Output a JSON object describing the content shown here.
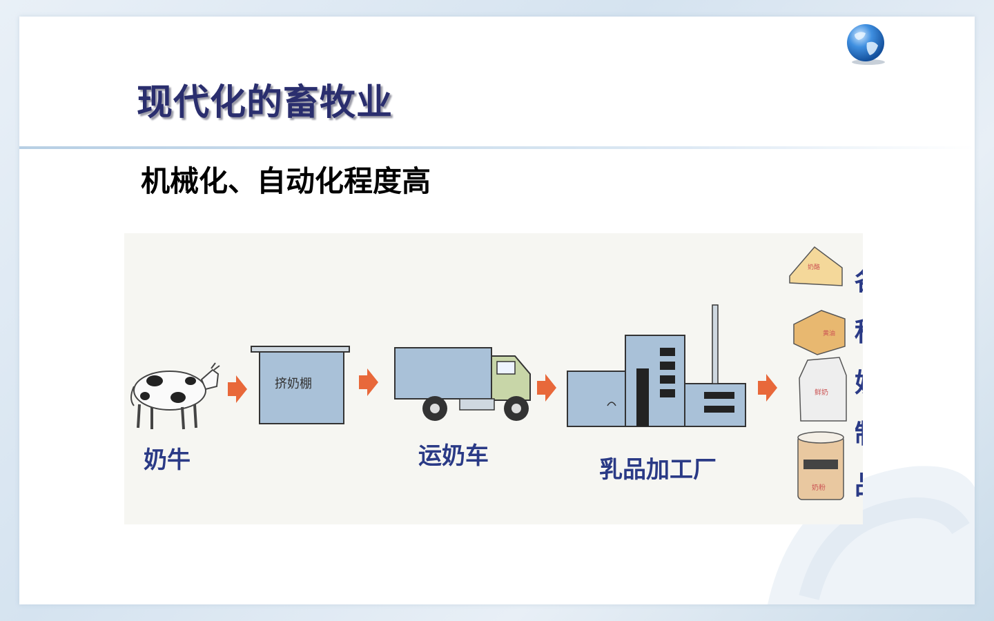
{
  "slide": {
    "title": "现代化的畜牧业",
    "subtitle": "机械化、自动化程度高"
  },
  "diagram": {
    "steps": [
      {
        "label": "奶牛",
        "icon": "cow-icon"
      },
      {
        "label": "挤奶棚",
        "icon": "milking-shed-icon"
      },
      {
        "label": "运奶车",
        "icon": "milk-truck-icon"
      },
      {
        "label": "乳品加工厂",
        "icon": "dairy-factory-icon"
      }
    ],
    "products_label_chars": [
      "各",
      "种",
      "奶",
      "制",
      "品"
    ],
    "products": [
      {
        "label": "奶酪",
        "icon": "cheese-icon"
      },
      {
        "label": "黄油",
        "icon": "butter-icon"
      },
      {
        "label": "鲜奶",
        "icon": "milk-carton-icon"
      },
      {
        "label": "奶粉",
        "icon": "milk-powder-can-icon"
      }
    ],
    "colors": {
      "arrow": "#e8683a",
      "box": "#a9c1d8",
      "text": "#2a3a86"
    }
  }
}
